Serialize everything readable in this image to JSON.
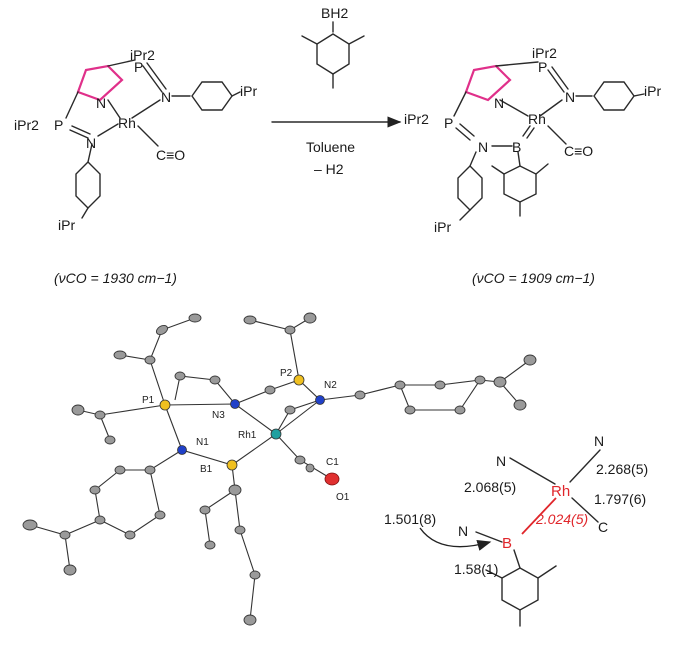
{
  "reaction": {
    "reagent_label": "BH2",
    "solvent": "Toluene",
    "byproduct": "– H2"
  },
  "reactant": {
    "labels": {
      "ipr2_top": "iPr2",
      "p_top": "P",
      "n_ring": "N",
      "n_aryl_top": "N",
      "aryl_ipr_top": "iPr",
      "ipr2_left": "iPr2",
      "p_left": "P",
      "n_left": "N",
      "rh": "Rh",
      "co": "C≡O",
      "aryl_ipr_bottom": "iPr"
    },
    "nu_co": "(νCO = 1930 cm−1)"
  },
  "product": {
    "labels": {
      "ipr2_top": "iPr2",
      "p_top": "P",
      "n_ring": "N",
      "n_aryl_top": "N",
      "aryl_ipr_top": "iPr",
      "ipr2_left": "iPr2",
      "p_left": "P",
      "n_left": "N",
      "b": "B",
      "rh": "Rh",
      "co": "C≡O",
      "aryl_ipr_bottom": "iPr"
    },
    "nu_co": "(νCO = 1909 cm−1)"
  },
  "crystal": {
    "atoms": [
      "P1",
      "P2",
      "N1",
      "N2",
      "N3",
      "Rh1",
      "B1",
      "C1",
      "O1"
    ]
  },
  "bond_diagram": {
    "n_left": "N",
    "n_right": "N",
    "n_b": "N",
    "rh": "Rh",
    "b": "B",
    "c": "C",
    "rh_n_left": "2.068(5)",
    "rh_n_right": "2.268(5)",
    "rh_c": "1.797(6)",
    "rh_b": "2.024(5)",
    "b_n": "1.501(8)",
    "b_c": "1.58(1)"
  },
  "colors": {
    "pyrrole": "#e0308a",
    "rh_b_highlight": "#e0262b",
    "p_atom": "#f0c020",
    "n_atom": "#2040c8",
    "rh_atom": "#20a0a0",
    "b_atom": "#f0c020",
    "o_atom": "#e03030"
  }
}
